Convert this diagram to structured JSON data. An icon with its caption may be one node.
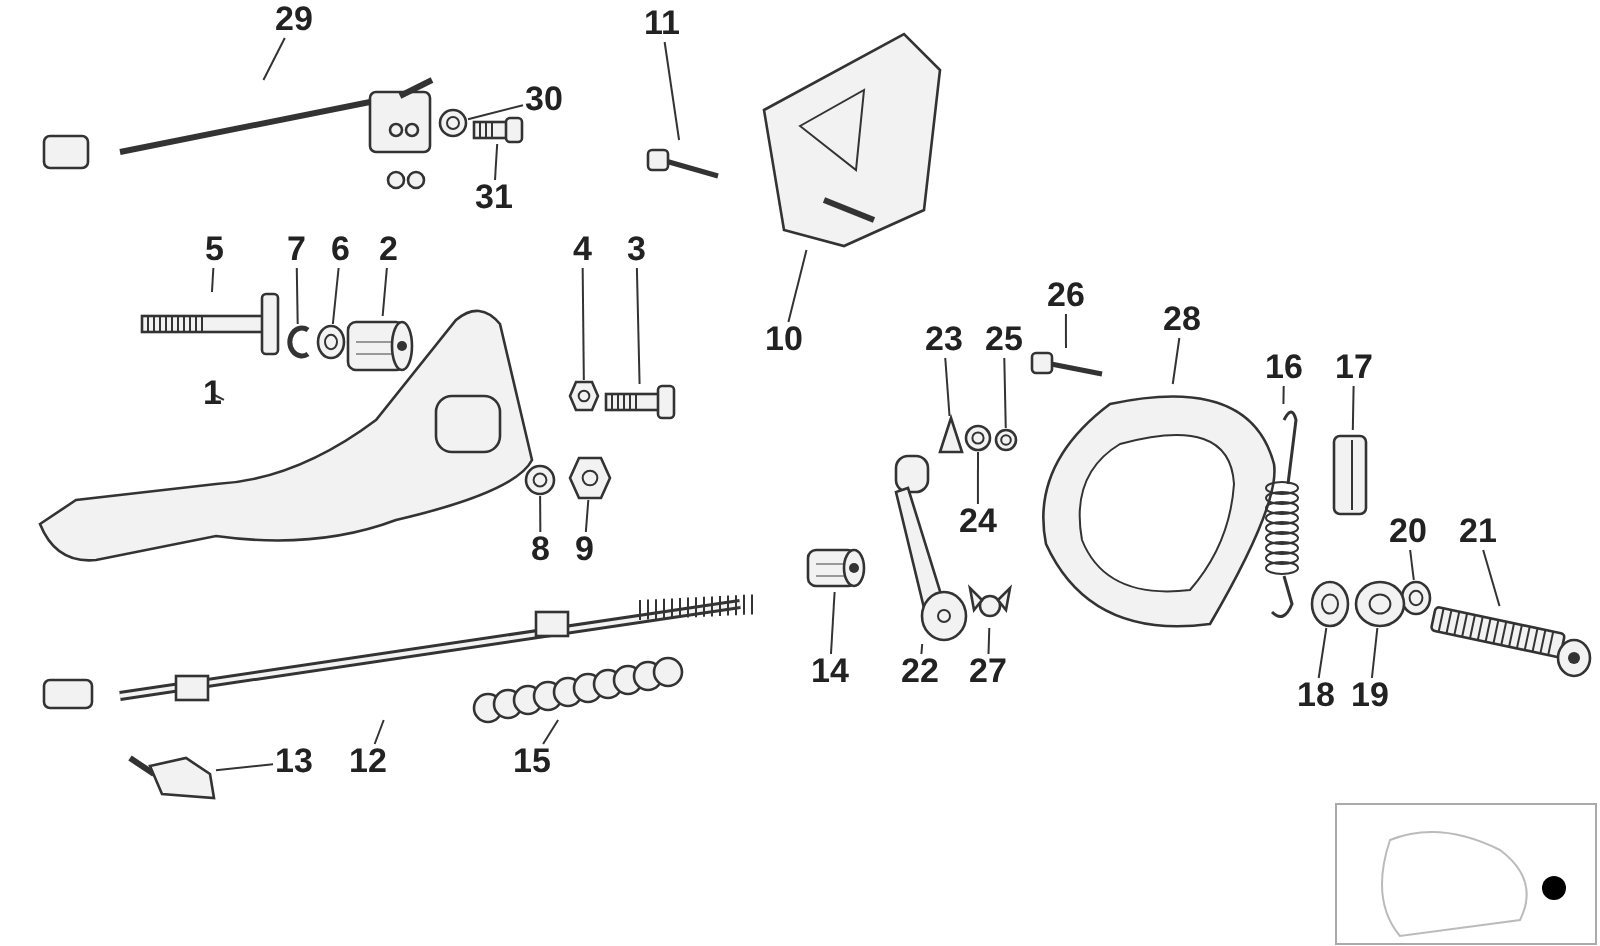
{
  "diagram": {
    "nodes": [
      {
        "text": [
          "29"
        ]
      },
      {
        "text": [
          "11"
        ]
      },
      {
        "text": [
          "30"
        ]
      },
      {
        "text": [
          "31"
        ]
      },
      {
        "text": [
          "5"
        ]
      },
      {
        "text": [
          "7"
        ]
      },
      {
        "text": [
          "6"
        ]
      },
      {
        "text": [
          "2"
        ]
      },
      {
        "text": [
          "4"
        ]
      },
      {
        "text": [
          "3"
        ]
      },
      {
        "text": [
          "10"
        ]
      },
      {
        "text": [
          "26"
        ]
      },
      {
        "text": [
          "28"
        ]
      },
      {
        "text": [
          "23"
        ]
      },
      {
        "text": [
          "25"
        ]
      },
      {
        "text": [
          "16"
        ]
      },
      {
        "text": [
          "17"
        ]
      },
      {
        "text": [
          "1"
        ]
      },
      {
        "text": [
          "24"
        ]
      },
      {
        "text": [
          "8"
        ]
      },
      {
        "text": [
          "9"
        ]
      },
      {
        "text": [
          "20"
        ]
      },
      {
        "text": [
          "21"
        ]
      },
      {
        "text": [
          "14"
        ]
      },
      {
        "text": [
          "22"
        ]
      },
      {
        "text": [
          "27"
        ]
      },
      {
        "text": [
          "18"
        ]
      },
      {
        "text": [
          "19"
        ]
      },
      {
        "text": [
          "13"
        ]
      },
      {
        "text": [
          "12"
        ]
      },
      {
        "text": [
          "15"
        ]
      },
      {
        "text": [],
        "shape": "picture"
      },
      {
        "text": [],
        "shape": "picture"
      },
      {
        "text": [],
        "shape": "picture"
      },
      {
        "text": [],
        "shape": "picture"
      },
      {
        "text": [],
        "shape": "picture"
      },
      {
        "text": [],
        "shape": "picture"
      },
      {
        "text": [],
        "shape": "picture"
      },
      {
        "text": [],
        "shape": "picture"
      },
      {
        "text": [],
        "shape": "picture"
      },
      {
        "text": [],
        "shape": "picture"
      },
      {
        "text": [],
        "shape": "picture"
      },
      {
        "text": [],
        "shape": "picture"
      },
      {
        "text": [],
        "shape": "picture"
      },
      {
        "text": [],
        "shape": "picture"
      },
      {
        "text": [],
        "shape": "picture"
      },
      {
        "text": [],
        "shape": "picture"
      },
      {
        "text": [],
        "shape": "picture"
      },
      {
        "text": [],
        "shape": "picture"
      },
      {
        "text": [],
        "shape": "picture"
      },
      {
        "text": [],
        "shape": "picture"
      },
      {
        "text": [],
        "shape": "picture"
      },
      {
        "text": [],
        "shape": "picture"
      },
      {
        "text": [],
        "shape": "picture"
      },
      {
        "text": [],
        "shape": "picture"
      },
      {
        "text": [],
        "shape": "picture"
      },
      {
        "text": [],
        "shape": "picture"
      },
      {
        "text": [],
        "shape": "picture"
      },
      {
        "text": [],
        "shape": "picture"
      },
      {
        "text": [],
        "shape": "picture"
      },
      {
        "text": [],
        "shape": "picture"
      },
      {
        "text": [],
        "shape": "picture"
      }
    ],
    "edges": [
      {
        "from": 0,
        "to": 31,
        "arrow": "none"
      },
      {
        "from": 1,
        "to": 32,
        "arrow": "none"
      },
      {
        "from": 2,
        "to": 33,
        "arrow": "none"
      },
      {
        "from": 3,
        "to": 34,
        "arrow": "none"
      },
      {
        "from": 4,
        "to": 35,
        "arrow": "none"
      },
      {
        "from": 5,
        "to": 36,
        "arrow": "none"
      },
      {
        "from": 6,
        "to": 37,
        "arrow": "none"
      },
      {
        "from": 7,
        "to": 38,
        "arrow": "none"
      },
      {
        "from": 8,
        "to": 39,
        "arrow": "none"
      },
      {
        "from": 9,
        "to": 40,
        "arrow": "none"
      },
      {
        "from": 10,
        "to": 41,
        "arrow": "none"
      },
      {
        "from": 11,
        "to": 42,
        "arrow": "none"
      },
      {
        "from": 12,
        "to": 43,
        "arrow": "none"
      },
      {
        "from": 13,
        "to": 44,
        "arrow": "none"
      },
      {
        "from": 14,
        "to": 45,
        "arrow": "none"
      },
      {
        "from": 15,
        "to": 46,
        "arrow": "none"
      },
      {
        "from": 16,
        "to": 47,
        "arrow": "none"
      },
      {
        "from": 17,
        "to": 48,
        "arrow": "none"
      },
      {
        "from": 18,
        "to": 49,
        "arrow": "none"
      },
      {
        "from": 19,
        "to": 50,
        "arrow": "none"
      },
      {
        "from": 20,
        "to": 51,
        "arrow": "none"
      },
      {
        "from": 21,
        "to": 52,
        "arrow": "none"
      },
      {
        "from": 22,
        "to": 53,
        "arrow": "none"
      },
      {
        "from": 23,
        "to": 54,
        "arrow": "none"
      },
      {
        "from": 24,
        "to": 55,
        "arrow": "none"
      },
      {
        "from": 25,
        "to": 56,
        "arrow": "none"
      },
      {
        "from": 26,
        "to": 57,
        "arrow": "none"
      },
      {
        "from": 27,
        "to": 58,
        "arrow": "none"
      },
      {
        "from": 28,
        "to": 59,
        "arrow": "none"
      },
      {
        "from": 29,
        "to": 60,
        "arrow": "none"
      },
      {
        "from": 30,
        "to": 61,
        "arrow": "none"
      }
    ]
  }
}
